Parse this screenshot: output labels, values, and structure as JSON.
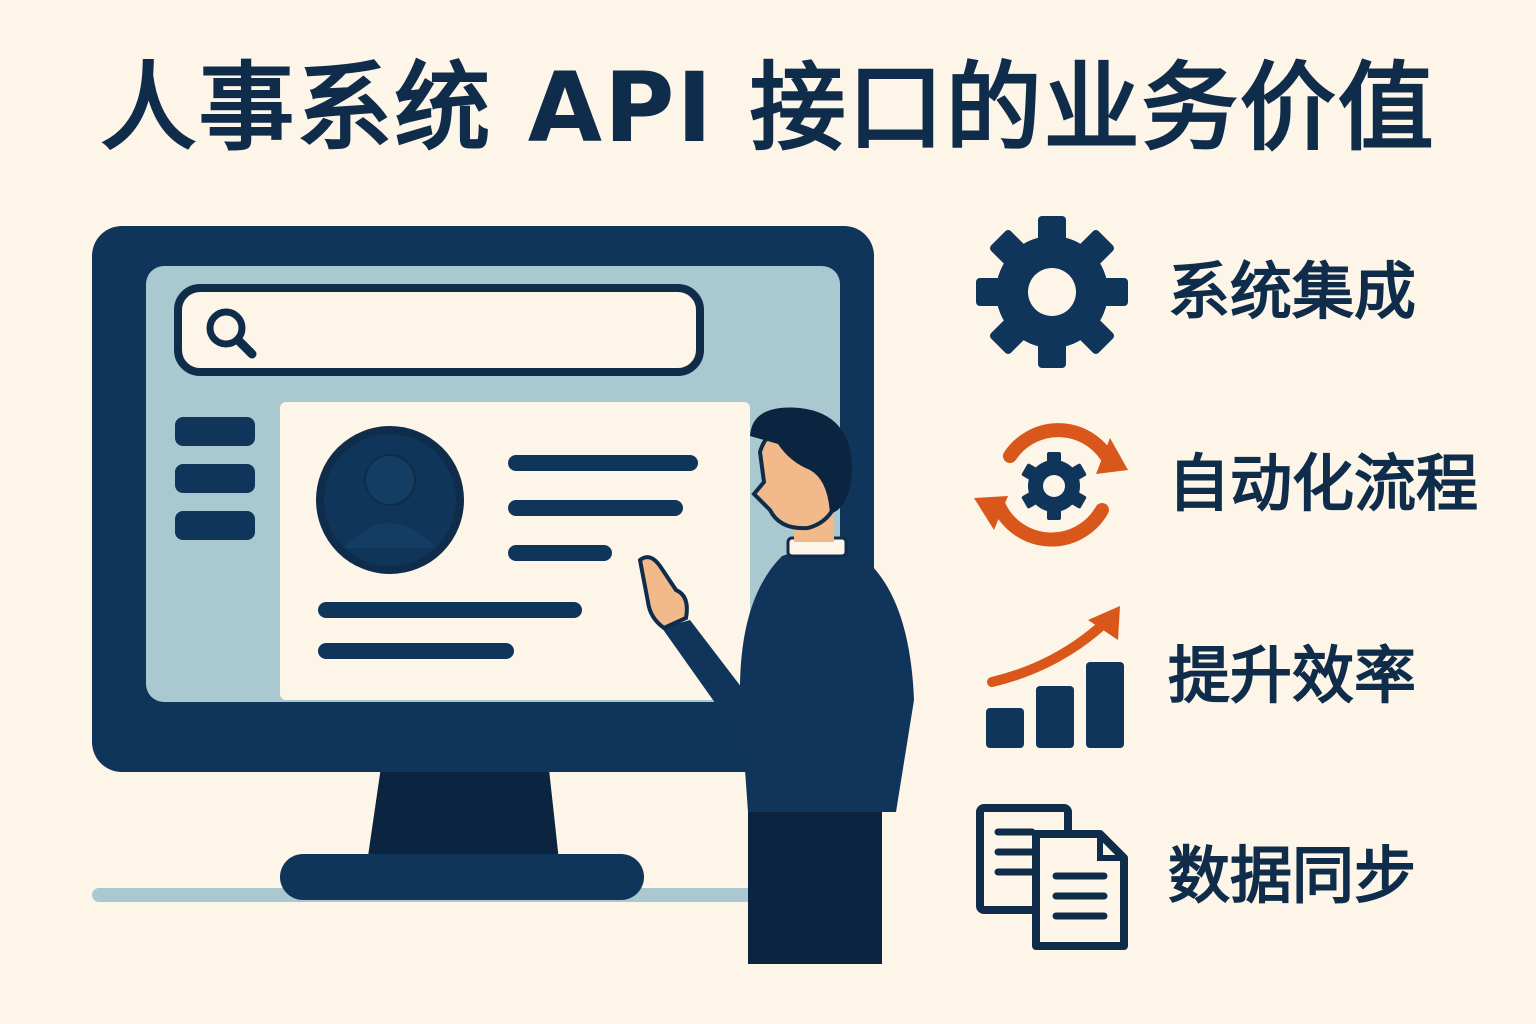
{
  "title": "人事系统 API 接口的业务价值",
  "colors": {
    "navy": "#0f2d4a",
    "accent": "#d9571a",
    "background": "#fcf5e8",
    "screen": "#a9c8cf",
    "card": "#fcf5e8",
    "skin": "#f2b98b"
  },
  "illustration": {
    "monitor": "monitor-with-hr-profile",
    "person": "person-pointing-at-screen",
    "search_icon": "magnifier-icon",
    "profile_icon": "user-avatar-icon"
  },
  "features": [
    {
      "icon": "gear-icon",
      "label": "系统集成"
    },
    {
      "icon": "refresh-cycle-gear-icon",
      "label": "自动化流程"
    },
    {
      "icon": "growth-chart-icon",
      "label": "提升效率"
    },
    {
      "icon": "documents-icon",
      "label": "数据同步"
    }
  ]
}
